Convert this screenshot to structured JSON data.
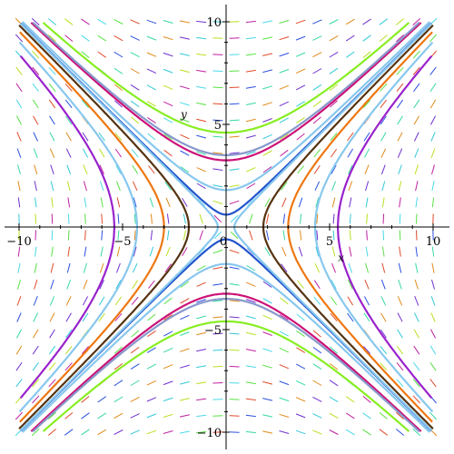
{
  "chart_data": {
    "type": "line",
    "title": "",
    "xlabel": "x",
    "ylabel": "y",
    "xlim": [
      -10,
      10
    ],
    "ylim": [
      -10,
      10
    ],
    "grid": false,
    "x_ticks": [
      {
        "value": -10,
        "label": "−10"
      },
      {
        "value": -5,
        "label": "−5"
      },
      {
        "value": 0,
        "label": "0"
      },
      {
        "value": 5,
        "label": "5"
      },
      {
        "value": 10,
        "label": "10"
      }
    ],
    "y_ticks": [
      {
        "value": -10,
        "label": "−10"
      },
      {
        "value": -5,
        "label": "−5"
      },
      {
        "value": 5,
        "label": "5"
      },
      {
        "value": 10,
        "label": "10"
      }
    ],
    "direction_field": {
      "equation": "dy/dx = x / y",
      "x_samples": [
        -10,
        -9.2,
        -8.4,
        -7.6,
        -6.8,
        -6,
        -5.2,
        -4.4,
        -3.6,
        -2.8,
        -2,
        -1.2,
        -0.4,
        0.4,
        1.2,
        2,
        2.8,
        3.6,
        4.4,
        5.2,
        6,
        6.8,
        7.6,
        8.4,
        9.2,
        10
      ],
      "y_samples": [
        -10,
        -9.2,
        -8.4,
        -7.6,
        -6.8,
        -6,
        -5.2,
        -4.4,
        -3.6,
        -2.8,
        -2,
        -1.2,
        -0.4,
        0.4,
        1.2,
        2,
        2.8,
        3.6,
        4.4,
        5.2,
        6,
        6.8,
        7.6,
        8.4,
        9.2,
        10
      ],
      "colors": [
        "#4ad8e8",
        "#33c8d8",
        "#36d9a0",
        "#58e044",
        "#b8e020",
        "#e08a1a",
        "#e04a2a",
        "#c020a0",
        "#7030d0",
        "#2a50e0"
      ]
    },
    "series": [
      {
        "family": "vertical",
        "c": 4.6,
        "color": "#88ee22"
      },
      {
        "family": "vertical",
        "c": 3.25,
        "color": "#cc1177"
      },
      {
        "family": "vertical",
        "c": 1.8,
        "color": "#88c8ee"
      },
      {
        "family": "vertical",
        "c": 0.6,
        "color": "#2255cc"
      },
      {
        "family": "vertical",
        "c": 3.5,
        "color": "#8899cc"
      },
      {
        "family": "horizontal",
        "c": 5.4,
        "color": "#9922cc"
      },
      {
        "family": "horizontal",
        "c": 4.3,
        "color": "#88c8ee"
      },
      {
        "family": "horizontal",
        "c": 3.0,
        "color": "#ee7711"
      },
      {
        "family": "horizontal",
        "c": 1.8,
        "color": "#553311"
      },
      {
        "family": "horizontal",
        "c": 0.4,
        "color": "#88c8ee"
      }
    ]
  }
}
